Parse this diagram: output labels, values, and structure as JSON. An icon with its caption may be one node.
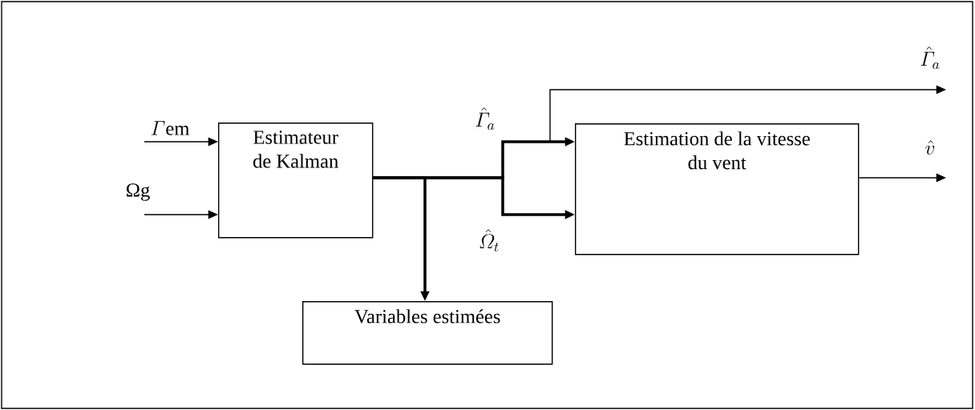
{
  "diagram": {
    "nodes": [
      {
        "text": [
          "Estimateur de Kalman"
        ]
      },
      {
        "text": [
          "Estimation de la vitesse du vent"
        ]
      },
      {
        "text": [
          "Variables estimées"
        ]
      }
    ],
    "edges": [
      {
        "from": null,
        "to": 0,
        "arrow": "to",
        "label": "\\varGamma\\mathrm{em}"
      },
      {
        "from": null,
        "to": 0,
        "arrow": "to",
        "label": "Ωg"
      },
      {
        "from": 0,
        "to": 2,
        "arrow": "to",
        "style": "thick"
      },
      {
        "from": 0,
        "to": 1,
        "arrow": "to",
        "style": "thick",
        "label": "\\hat{\\varGamma}_a"
      },
      {
        "from": 0,
        "to": 1,
        "arrow": "to",
        "style": "thick",
        "label": "\\hat{\\varOmega}_t"
      },
      {
        "from": 0,
        "to": null,
        "arrow": "to",
        "label": "\\hat{\\varGamma}_a"
      },
      {
        "from": 1,
        "to": null,
        "arrow": "to",
        "label": "\\hat{v}"
      }
    ]
  }
}
